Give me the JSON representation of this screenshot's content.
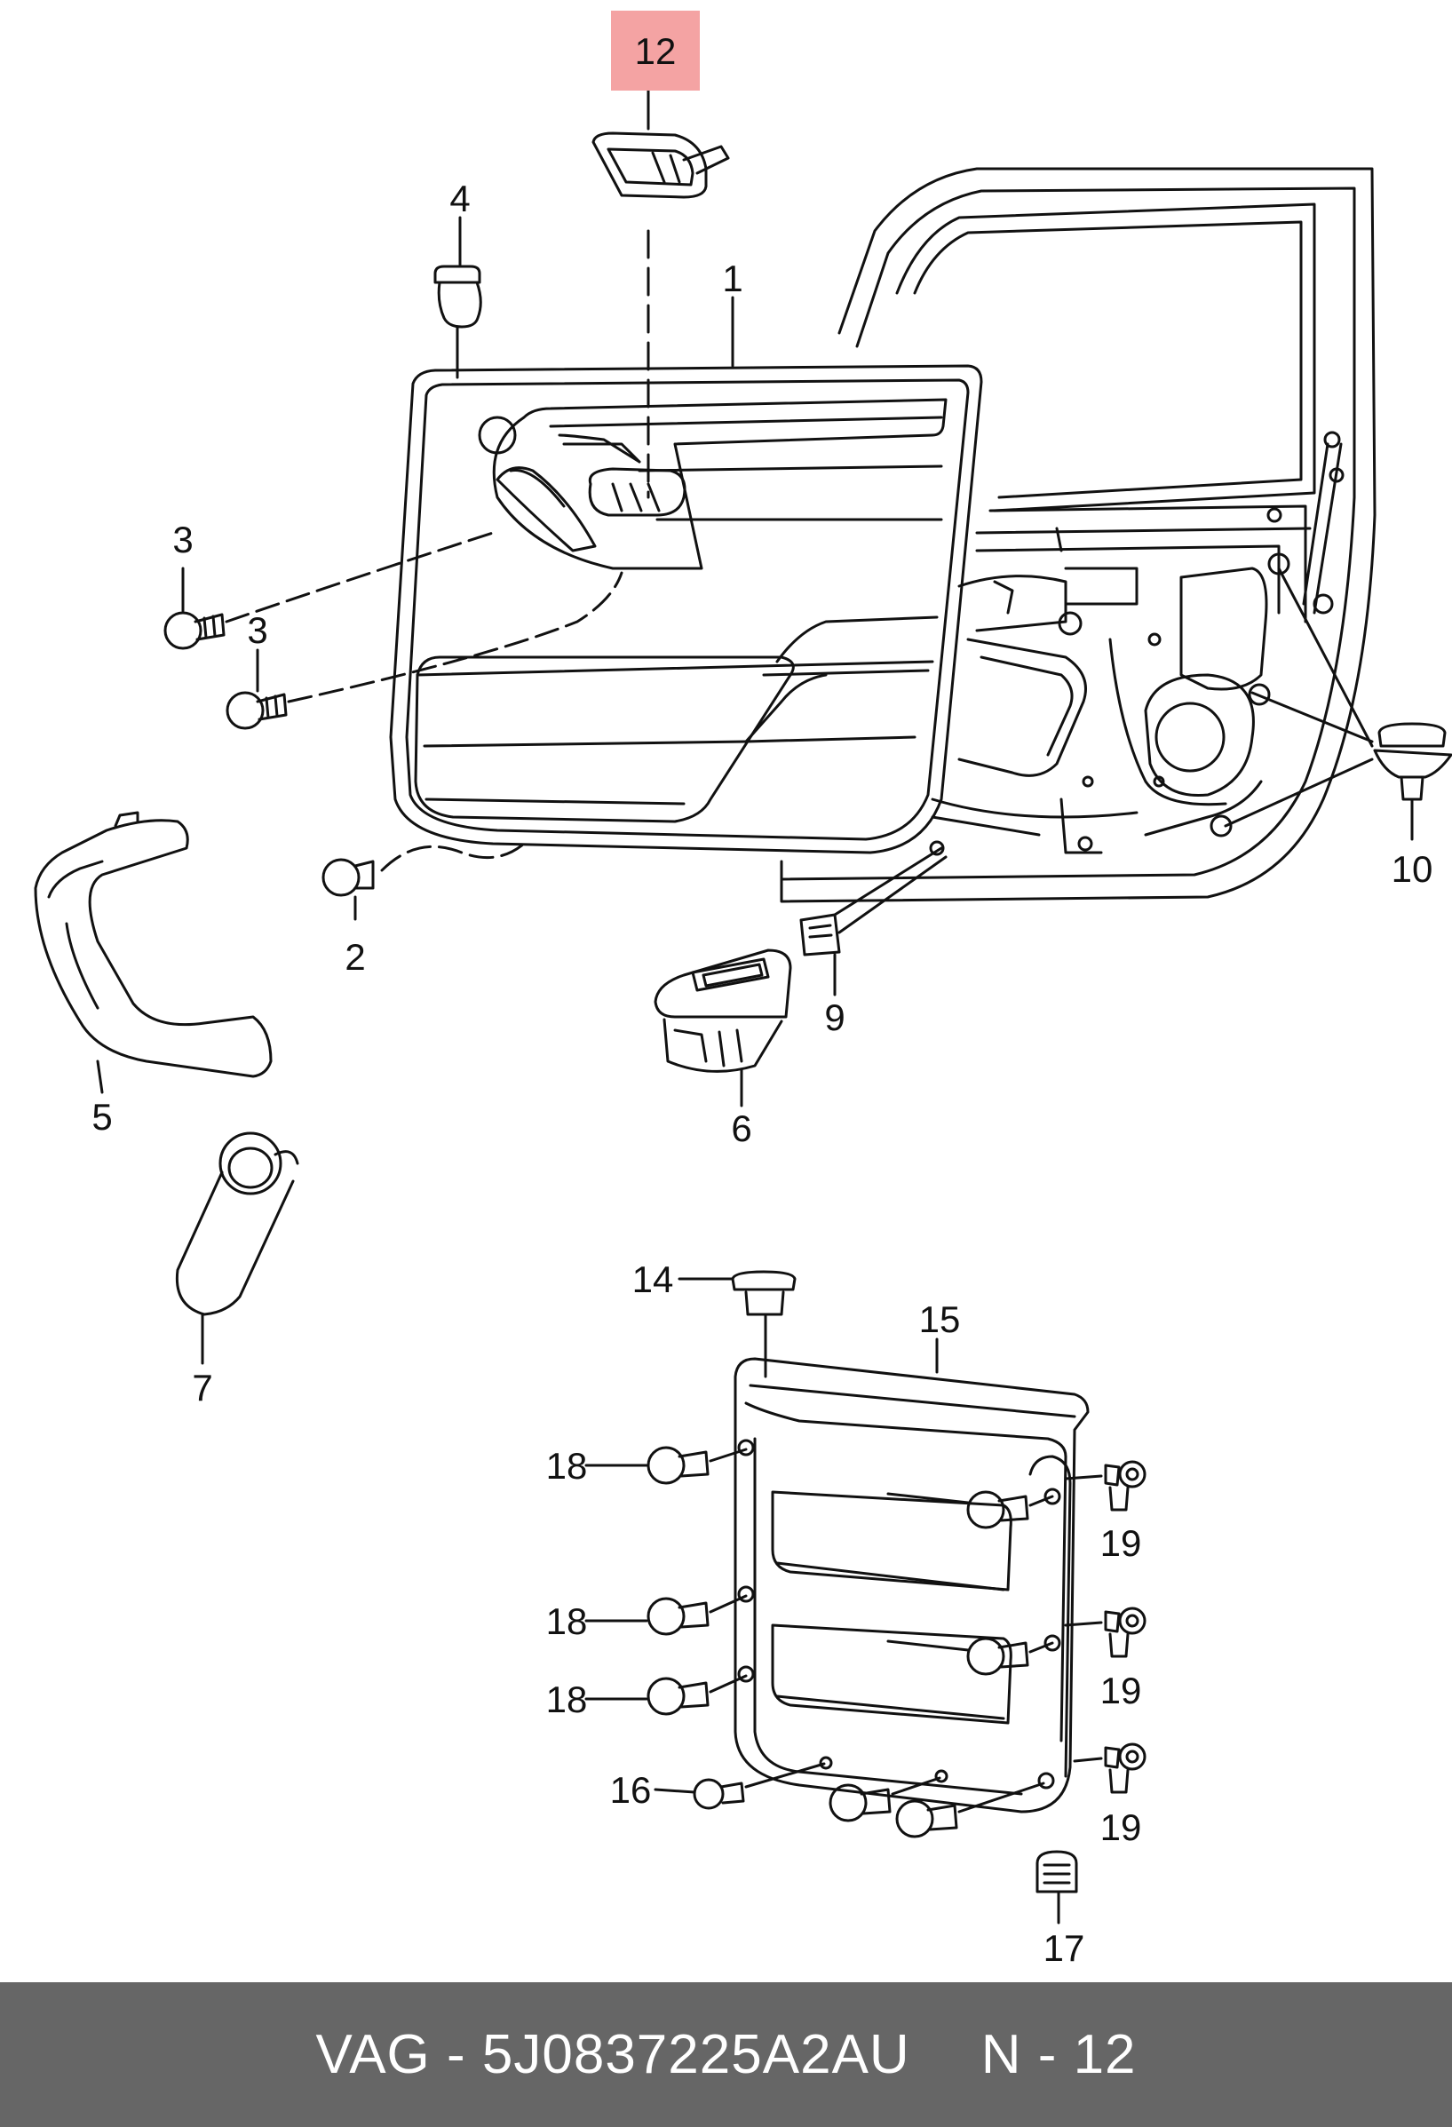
{
  "diagram": {
    "callouts": {
      "c1": "1",
      "c2": "2",
      "c3a": "3",
      "c3b": "3",
      "c4": "4",
      "c5": "5",
      "c6": "6",
      "c7": "7",
      "c9": "9",
      "c10": "10",
      "c12": "12",
      "c14": "14",
      "c15": "15",
      "c16": "16",
      "c17": "17",
      "c18a": "18",
      "c18b": "18",
      "c18c": "18",
      "c19a": "19",
      "c19b": "19",
      "c19c": "19"
    },
    "highlight_color": "#f4a3a3",
    "line_color": "#111111"
  },
  "footer": {
    "part_number": "VAG - 5J0837225A2AU",
    "position": "N - 12",
    "background": "#666666"
  }
}
